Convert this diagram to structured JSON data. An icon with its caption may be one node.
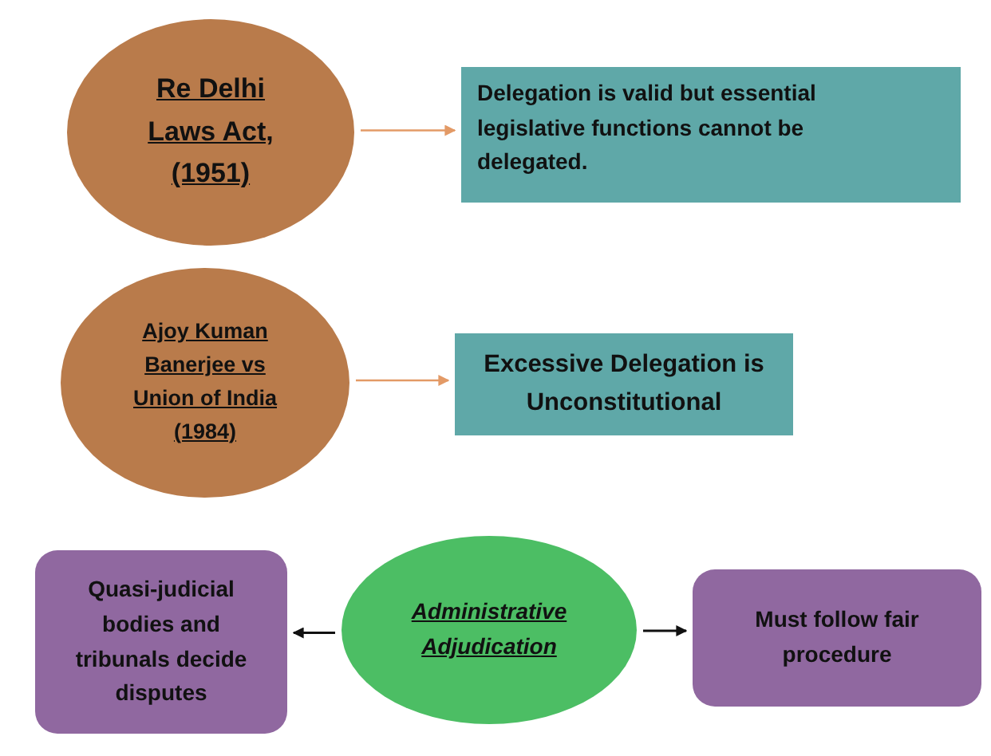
{
  "diagram": {
    "nodes": [
      {
        "text": [
          "Re Delhi Laws Act, (1951)"
        ]
      },
      {
        "text": [
          "Delegation is valid but essential legislative functions cannot be delegated."
        ]
      },
      {
        "text": [
          "Ajoy Kuman Banerjee vs Union of India (1984)"
        ]
      },
      {
        "text": [
          "Excessive Delegation is Unconstitutional"
        ]
      },
      {
        "text": [
          "Quasi-judicial bodies and tribunals decide disputes"
        ]
      },
      {
        "text": [
          "Administrative Adjudication"
        ]
      },
      {
        "text": [
          "Must follow fair procedure"
        ]
      }
    ],
    "edges": [
      {
        "from": 0,
        "to": 1,
        "arrow": "to",
        "color": "#e39a66"
      },
      {
        "from": 2,
        "to": 3,
        "arrow": "to",
        "color": "#e39a66"
      },
      {
        "from": 5,
        "to": 4,
        "arrow": "to",
        "color": "#111111"
      },
      {
        "from": 5,
        "to": 6,
        "arrow": "to",
        "color": "#111111"
      }
    ]
  }
}
